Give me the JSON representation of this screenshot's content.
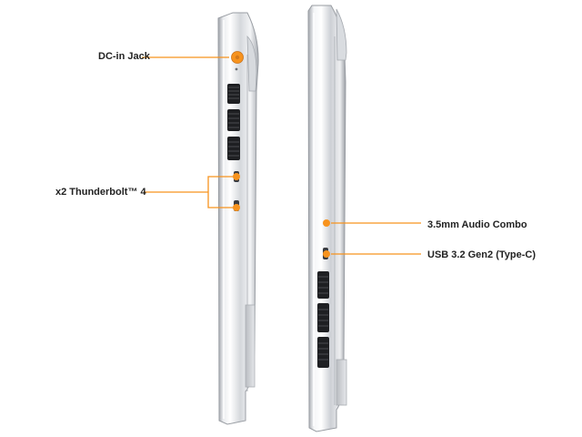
{
  "labels": {
    "dc_in": "DC-in Jack",
    "thunderbolt": "x2 Thunderbolt™ 4",
    "audio": "3.5mm Audio Combo",
    "usb": "USB 3.2 Gen2 (Type-C)"
  },
  "colors": {
    "accent": "#F7931E",
    "chassis_light": "#F2F3F5",
    "chassis_mid": "#C9CCD1",
    "chassis_dark": "#8E9299",
    "vent": "#1E1F22",
    "label_text": "#222222"
  },
  "icons": {
    "port_marker": "orange-dot"
  }
}
